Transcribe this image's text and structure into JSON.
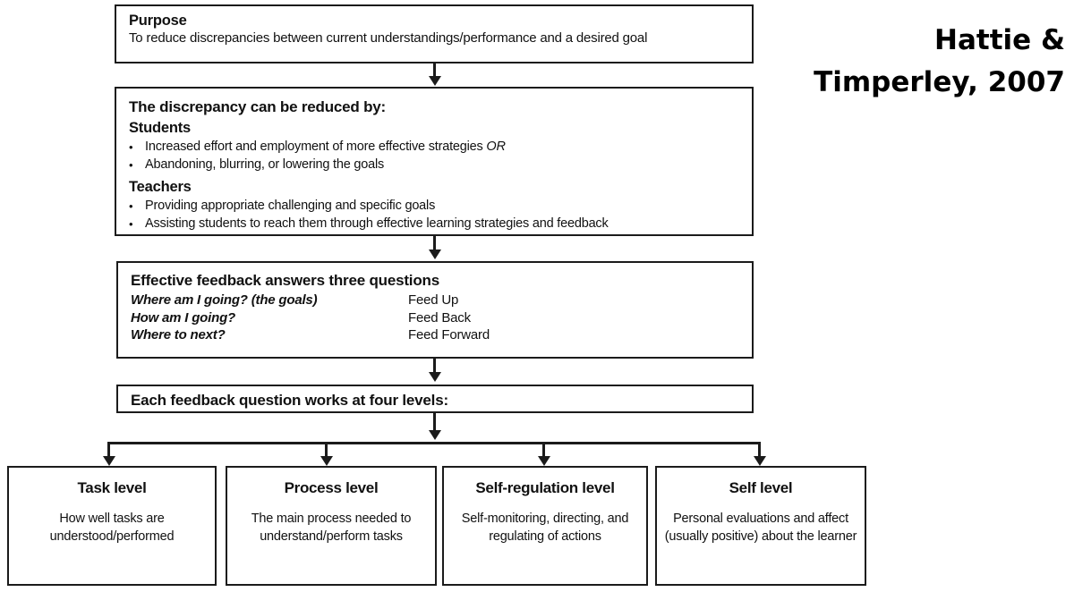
{
  "citation": {
    "line1": "Hattie &",
    "line2": "Timperley, 2007"
  },
  "flow": {
    "purpose": {
      "title": "Purpose",
      "text": "To reduce discrepancies between current understandings/performance and a desired goal"
    },
    "discrepancy": {
      "heading": "The discrepancy can be reduced by:",
      "students_label": "Students",
      "students_bullets": [
        "Increased effort and employment of more effective strategies OR",
        "Abandoning, blurring, or lowering the goals"
      ],
      "teachers_label": "Teachers",
      "teachers_bullets": [
        "Providing appropriate challenging and specific goals",
        "Assisting students to reach them through effective learning strategies and feedback"
      ]
    },
    "questions": {
      "heading": "Effective feedback answers three questions",
      "rows": [
        {
          "question": "Where am I going? (the goals)",
          "answer": "Feed Up"
        },
        {
          "question": "How am I going?",
          "answer": "Feed Back"
        },
        {
          "question": "Where to next?",
          "answer": "Feed Forward"
        }
      ]
    },
    "levels_intro": {
      "heading": "Each feedback question works at four levels:"
    },
    "levels": [
      {
        "title": "Task level",
        "description": "How well tasks are understood/performed"
      },
      {
        "title": "Process level",
        "description": "The main process needed to understand/perform tasks"
      },
      {
        "title": "Self-regulation level",
        "description": "Self-monitoring, directing, and regulating of actions"
      },
      {
        "title": "Self level",
        "description": "Personal evaluations and affect (usually positive) about the learner"
      }
    ]
  },
  "colors": {
    "ink": "#1b1b1b",
    "background": "#ffffff"
  }
}
